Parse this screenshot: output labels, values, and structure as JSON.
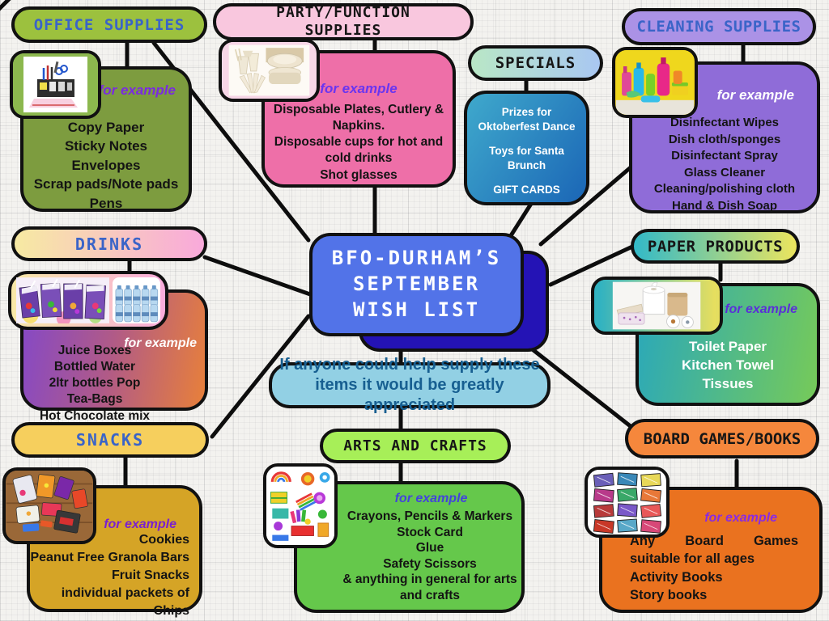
{
  "labels": {
    "for_example": "for example"
  },
  "title": {
    "line1": "BFO-DURHAM’S",
    "line2": "SEPTEMBER",
    "line3": "WISH LIST"
  },
  "note": {
    "line1": "If anyone could help supply these",
    "line2": "items it would be greatly appreciated"
  },
  "sections": {
    "office": {
      "header": "OFFICE SUPPLIES",
      "items": [
        "Copy Paper",
        "Sticky Notes",
        "Envelopes",
        "Scrap pads/Note pads",
        "Pens"
      ]
    },
    "party": {
      "header_line1": "PARTY/FUNCTION",
      "header_line2": "SUPPLIES",
      "items": [
        "Disposable Plates, Cutlery & Napkins.",
        "Disposable cups for hot and cold drinks",
        "Shot glasses"
      ]
    },
    "specials": {
      "header": "SPECIALS",
      "items": [
        "Prizes for Oktoberfest Dance",
        "Toys for Santa Brunch",
        "GIFT CARDS"
      ]
    },
    "cleaning": {
      "header": "CLEANING SUPPLIES",
      "items": [
        "Disinfectant Wipes",
        "Dish cloth/sponges",
        "Disinfectant Spray",
        "Glass Cleaner",
        "Cleaning/polishing cloth",
        "Hand & Dish Soap"
      ]
    },
    "drinks": {
      "header": "DRINKS",
      "items": [
        "Juice Boxes",
        "Bottled Water",
        "2ltr bottles Pop",
        "Tea-Bags",
        "Hot Chocolate mix"
      ]
    },
    "paper": {
      "header": "PAPER PRODUCTS",
      "items": [
        "Toilet Paper",
        "Kitchen Towel",
        "Tissues"
      ]
    },
    "snacks": {
      "header": "SNACKS",
      "items": [
        "Cookies",
        "Peanut Free Granola Bars",
        "Fruit Snacks",
        "individual packets of Chips"
      ]
    },
    "arts": {
      "header": "ARTS AND CRAFTS",
      "items": [
        "Crayons, Pencils & Markers",
        "Stock Card",
        "Glue",
        "Safety Scissors",
        "& anything in general for arts and crafts"
      ]
    },
    "board": {
      "header": "BOARD GAMES/BOOKS",
      "items": [
        "Any Board Games suitable for all ages",
        "Activity Books",
        "Story books"
      ]
    }
  },
  "colors": {
    "background_paper": "#f3f2ef",
    "center_box": "#5273e8",
    "center_shadow_box": "#2413b5",
    "note_box": "#92d0e4",
    "note_text": "#175f91",
    "header_text_blue": "#3a64c8",
    "for_example_purple": "#7a2be0",
    "office_header": "#9cc13e",
    "office_box": "#7d9c3f",
    "party_header": "#f9c7de",
    "party_box": "#ee6fa8",
    "specials_gradient": "#3fa9cc,#1b66b6",
    "cleaning_header": "#ab92e6",
    "cleaning_box": "#8f6cd8",
    "drinks_gradient": "#8448c8,#e8803a",
    "paper_gradient": "#2aa8ba,#76ca59",
    "snacks_header": "#f6cf5d",
    "snacks_box": "#d5a426",
    "arts_header": "#a7ef58",
    "arts_box": "#65c84b",
    "board_header": "#f5873c",
    "board_box": "#ea721f",
    "connector": "#0d0d0d"
  }
}
